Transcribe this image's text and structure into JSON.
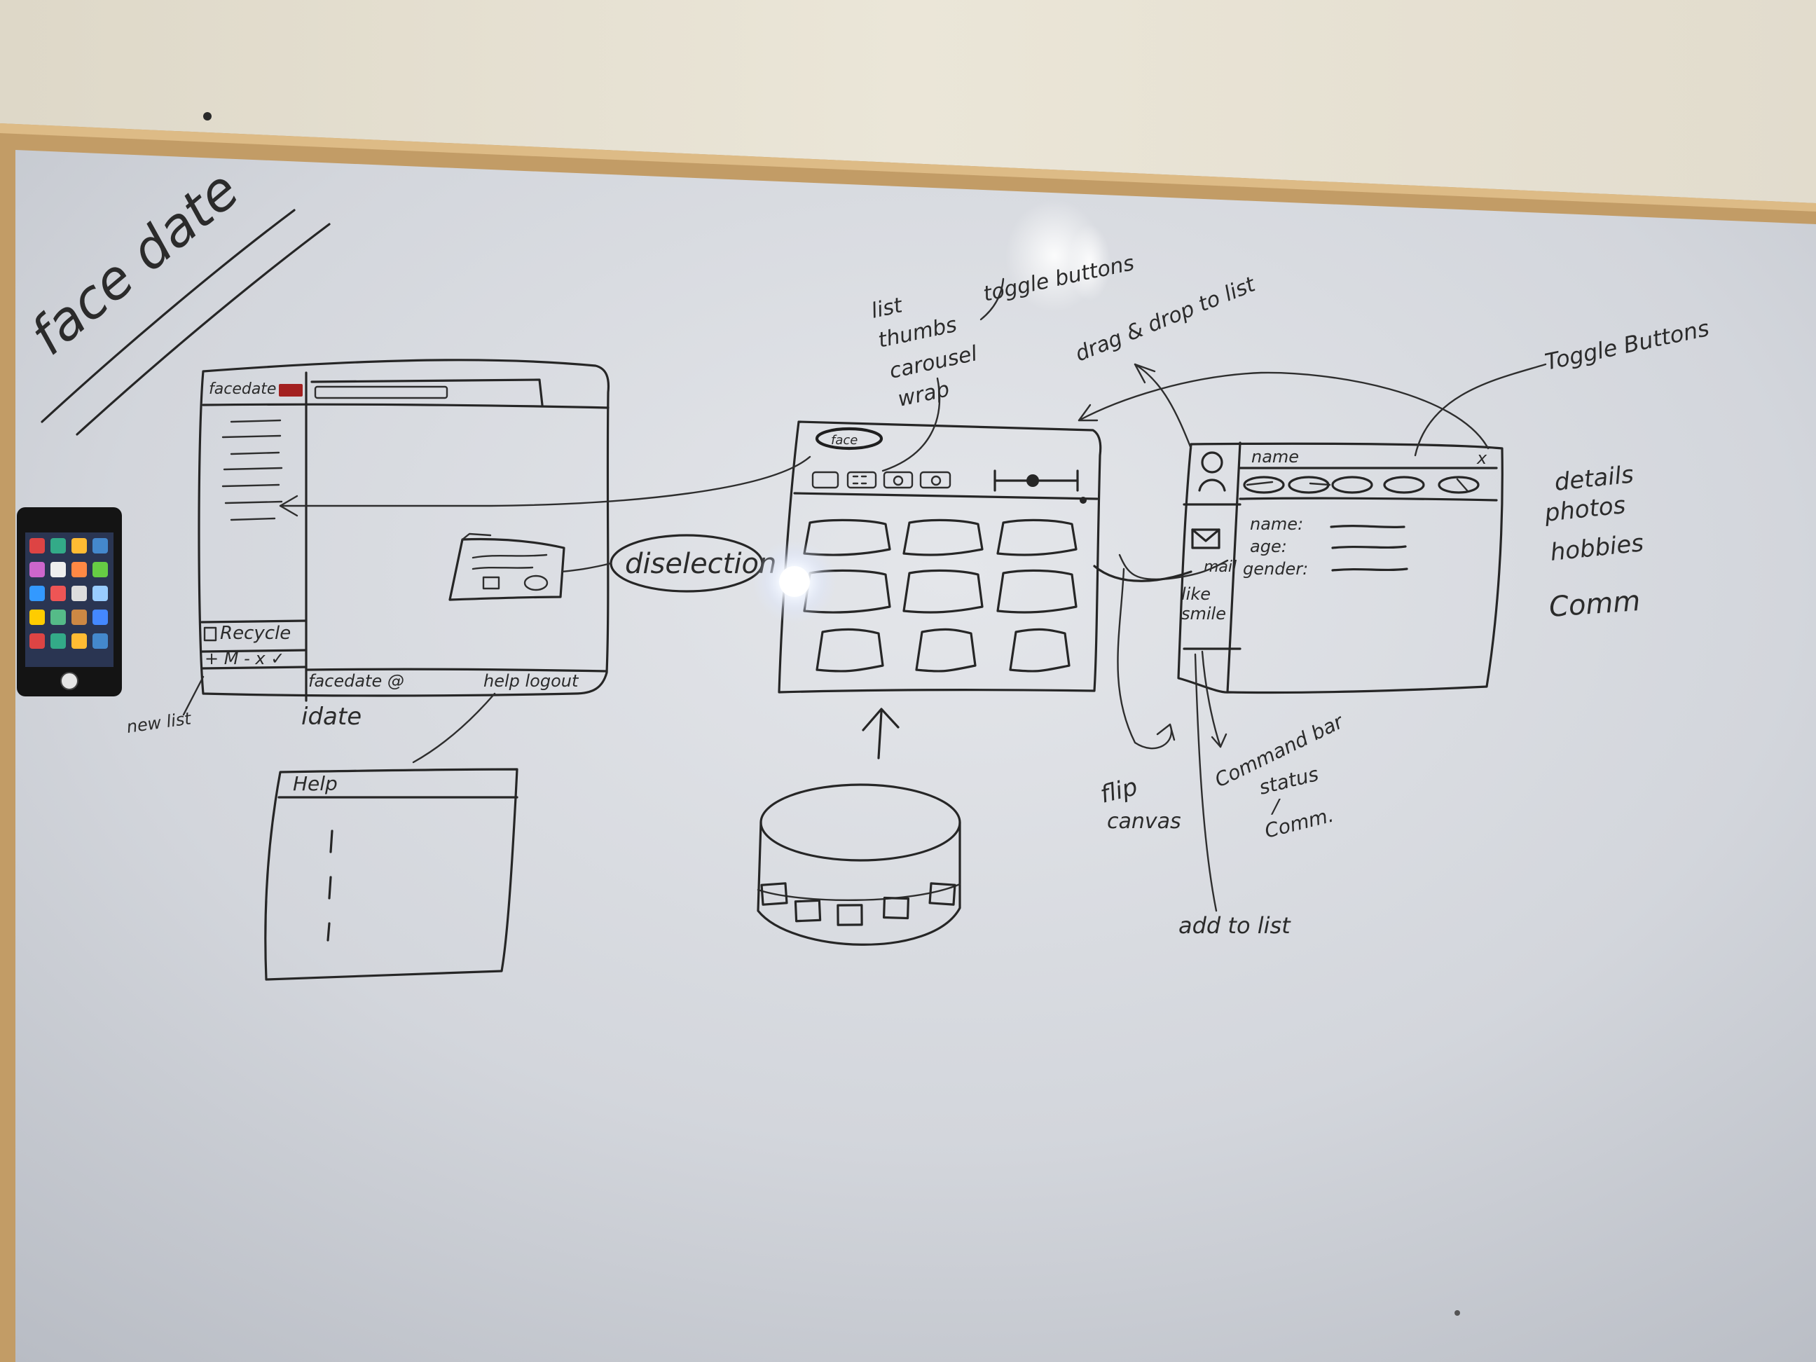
{
  "title_text": "face date",
  "left_window": {
    "title": "facedate",
    "recycle_label": "Recycle",
    "list_controls": "+ M - x ✓",
    "footer_left": "facedate @",
    "footer_right": "help logout",
    "new_list_note": "new list",
    "idate_note": "idate"
  },
  "help_window": {
    "title": "Help"
  },
  "center_window": {
    "logo_label": "face",
    "annotation_lines": [
      "list",
      "thumbs",
      "carousel",
      "wrap"
    ],
    "toggle_note": "toggle buttons",
    "dis_note": "diselection"
  },
  "right_window": {
    "title": "name",
    "close_label": "x",
    "fields": [
      "name:",
      "age:",
      "gender:"
    ],
    "side_labels": [
      "mail",
      "like",
      "smile"
    ],
    "drag_note": "drag & drop to list",
    "toggle_note": "Toggle Buttons",
    "tab_list": [
      "details",
      "photos",
      "hobbies",
      "Comm"
    ],
    "flip_note": [
      "flip",
      "canvas"
    ],
    "command_note": [
      "Command bar",
      "status",
      "/",
      "Comm."
    ],
    "add_note": "add to list"
  },
  "colors": {
    "wall": "#e7e2d3",
    "frame": "#c8a36d",
    "board": "#d8dbe0",
    "ink": "#262626",
    "flash": "#ffffff",
    "red_icon": "#a32020"
  }
}
